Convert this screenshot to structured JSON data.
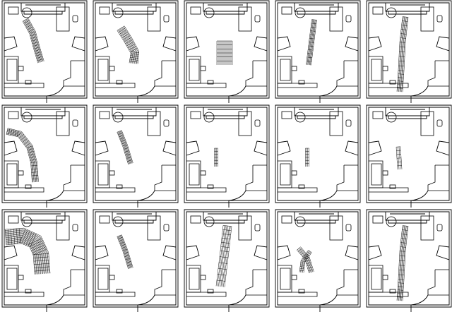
{
  "figure": {
    "rows": 3,
    "columns": 5,
    "line_color": "#000000",
    "background": "#ffffff"
  },
  "panels": [
    {
      "id": "r1c1",
      "trajectory": "diagonal-bundle-upper-left"
    },
    {
      "id": "r1c2",
      "trajectory": "wide-diagonal-bundle-center"
    },
    {
      "id": "r1c3",
      "trajectory": "box-block-center"
    },
    {
      "id": "r1c4",
      "trajectory": "narrow-slanted-bundle"
    },
    {
      "id": "r1c5",
      "trajectory": "long-slanted-bundle"
    },
    {
      "id": "r2c1",
      "trajectory": "curved-bundle-from-left-wall"
    },
    {
      "id": "r2c2",
      "trajectory": "diagonal-bundle-center"
    },
    {
      "id": "r2c3",
      "trajectory": "thin-vertical-bundle"
    },
    {
      "id": "r2c4",
      "trajectory": "thin-vertical-bundle"
    },
    {
      "id": "r2c5",
      "trajectory": "thin-slanted-bundle"
    },
    {
      "id": "r3c1",
      "trajectory": "large-arc-sweep"
    },
    {
      "id": "r3c2",
      "trajectory": "diagonal-bundle-center"
    },
    {
      "id": "r3c3",
      "trajectory": "tall-vertical-bundle"
    },
    {
      "id": "r3c4",
      "trajectory": "crossing-bundle-center-right"
    },
    {
      "id": "r3c5",
      "trajectory": "long-slanted-bundle"
    }
  ]
}
